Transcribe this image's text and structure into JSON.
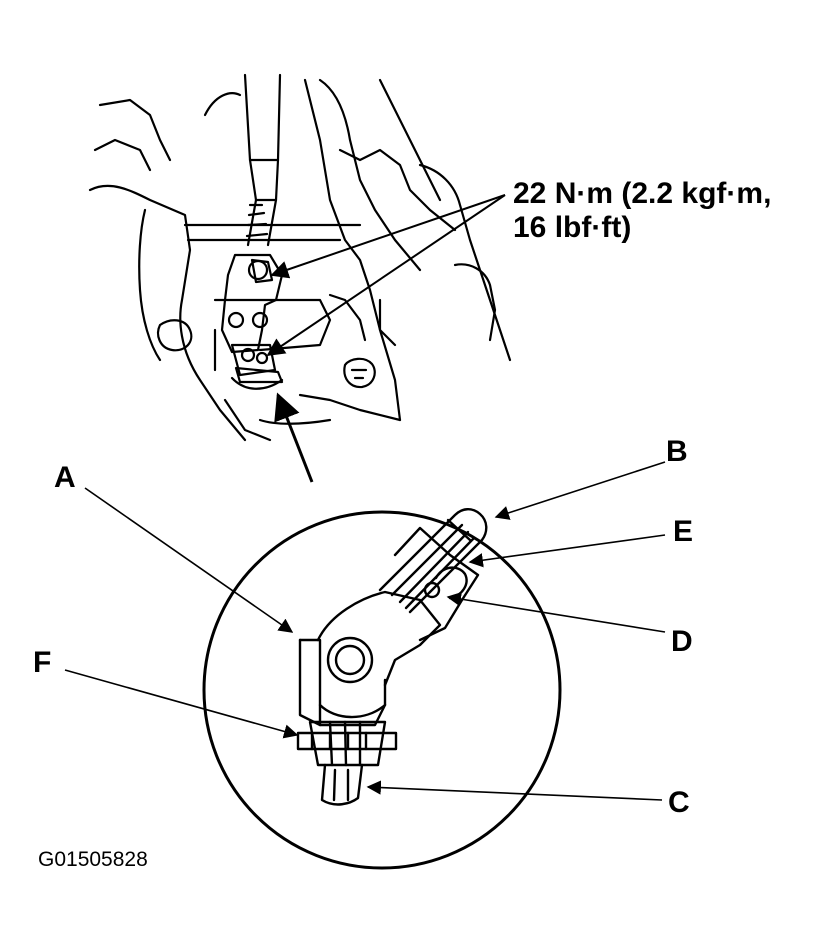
{
  "figure_id": "G01505828",
  "torque_spec": {
    "line1": "22 N·m (2.2 kgf·m,",
    "line2": "16 lbf·ft)"
  },
  "callouts": {
    "A": "A",
    "B": "B",
    "C": "C",
    "D": "D",
    "E": "E",
    "F": "F"
  },
  "colors": {
    "ink": "#000000",
    "paper": "#ffffff"
  }
}
